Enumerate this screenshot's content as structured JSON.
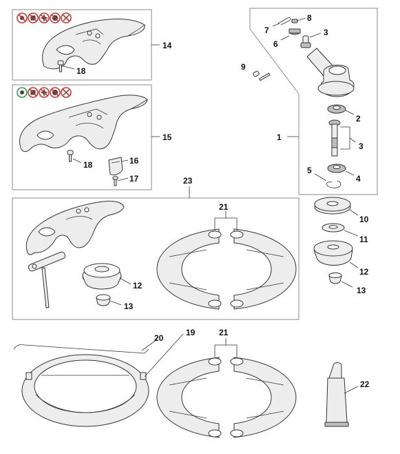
{
  "callouts": {
    "c1": "1",
    "c2": "2",
    "c3a": "3",
    "c3b": "3",
    "c4": "4",
    "c5": "5",
    "c6": "6",
    "c7": "7",
    "c8": "8",
    "c9": "9",
    "c10": "10",
    "c11": "11",
    "c12a": "12",
    "c12b": "12",
    "c13a": "13",
    "c13b": "13",
    "c14": "14",
    "c15": "15",
    "c16": "16",
    "c17": "17",
    "c18a": "18",
    "c18b": "18",
    "c19": "19",
    "c20": "20",
    "c21a": "21",
    "c21b": "21",
    "c22": "22",
    "c23": "23"
  },
  "colors": {
    "warning_red": "#d8342c",
    "allowed_green": "#2e9e4a",
    "line": "#333333",
    "frame": "#8a8a8a",
    "part_fill": "#ededed"
  },
  "tool_icons": {
    "box14": [
      "no-trimmer-head-icon",
      "no-polycut-icon",
      "no-grass-blade-icon",
      "no-brush-knife-icon",
      "no-circular-saw-icon"
    ],
    "box15": [
      "trimmer-head-icon",
      "no-polycut-icon",
      "no-grass-blade-icon",
      "no-brush-knife-icon",
      "no-circular-saw-icon"
    ]
  }
}
